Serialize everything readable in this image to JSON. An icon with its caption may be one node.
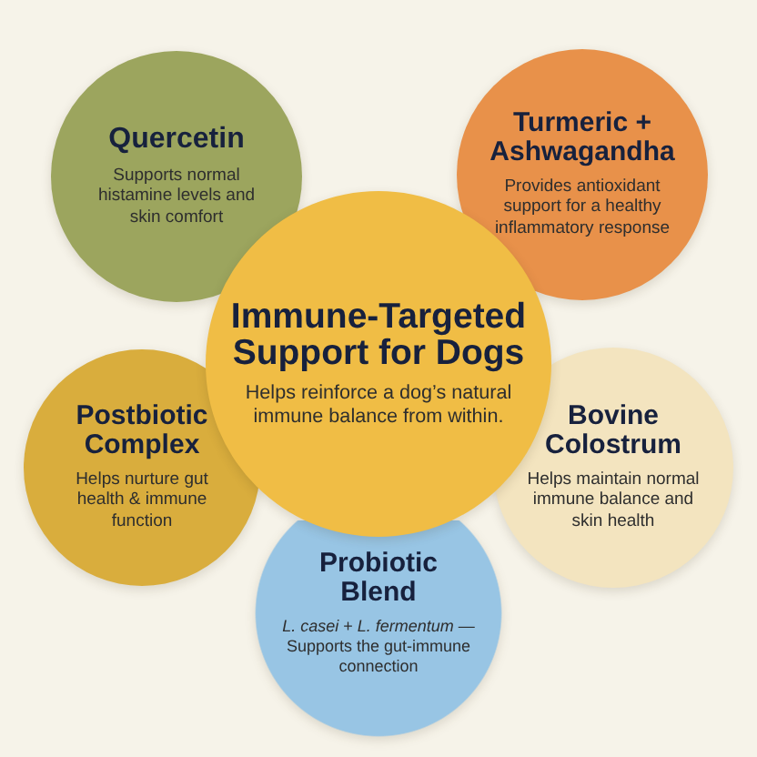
{
  "diagram": {
    "nodes": [
      {
        "text": [
          "Quercetin",
          "Supports normal histamine levels and skin comfort"
        ]
      },
      {
        "text": [
          "Turmeric + Ashwagandha",
          "Provides antioxidant support for a healthy inflammatory response"
        ]
      },
      {
        "text": [
          "Immune-Targeted Support for Dogs",
          "Helps reinforce a dog’s natural immune balance from within."
        ]
      },
      {
        "text": [
          "Postbiotic Complex",
          "Helps nurture gut health & immune function"
        ]
      },
      {
        "text": [
          "Bovine Colostrum",
          "Helps maintain normal immune balance and skin health"
        ]
      },
      {
        "text": [
          "Probiotic Blend",
          "*L. casei* + *L. fermentum* — Supports the gut-immune connection"
        ]
      }
    ]
  }
}
